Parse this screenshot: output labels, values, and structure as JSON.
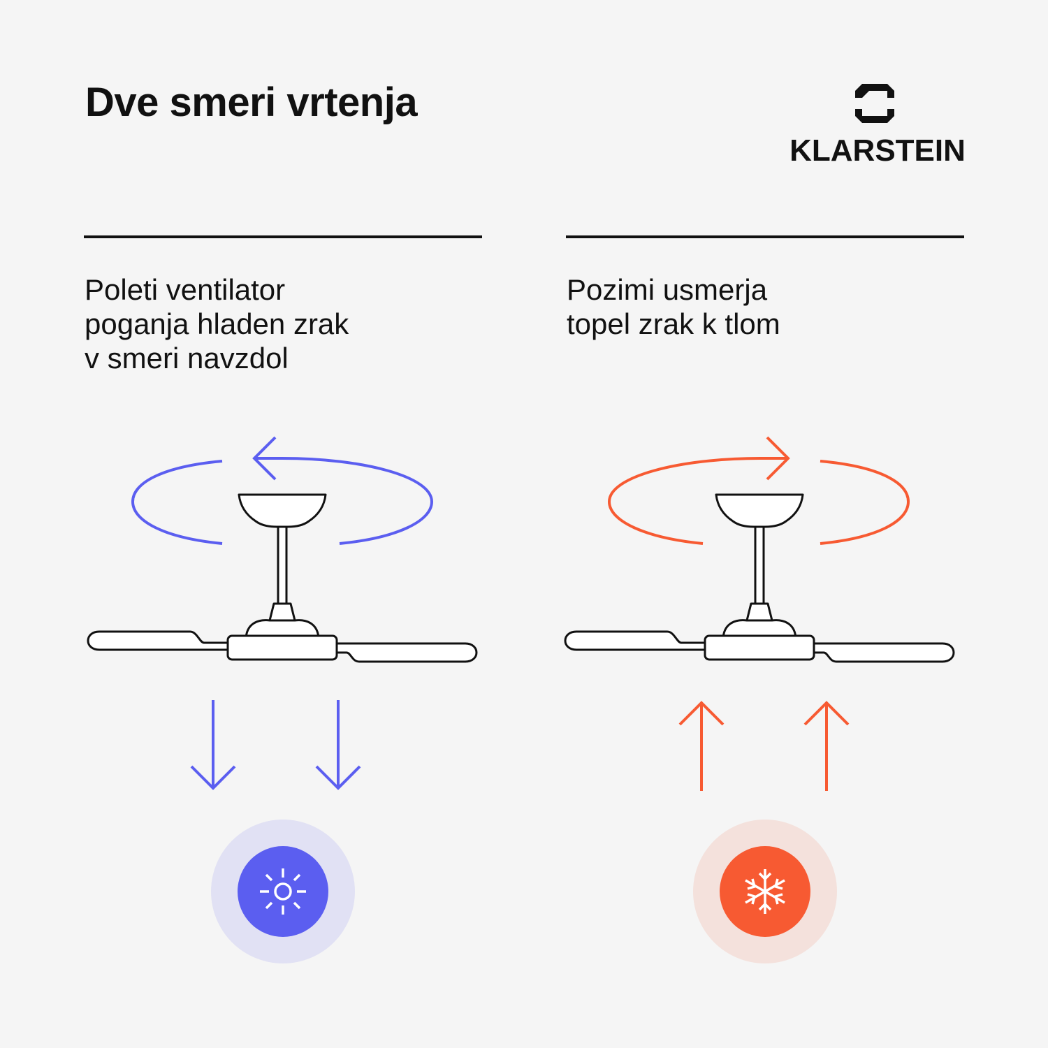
{
  "title": "Dve smeri vrtenja",
  "brand": {
    "name": "KLARSTEIN",
    "logo_icon": "klarstein-octagon-logo-icon"
  },
  "panels": [
    {
      "id": "summer",
      "lines": [
        "Poleti ventilator",
        "poganja hladen zrak",
        "v smeri navzdol"
      ],
      "rotation": "counterclockwise",
      "airflow": "down",
      "icon": "sun-icon",
      "accent": "#5b5ef0",
      "halo": "#e1e1f4"
    },
    {
      "id": "winter",
      "lines": [
        "Pozimi usmerja",
        "topel zrak k tlom"
      ],
      "rotation": "clockwise",
      "airflow": "up",
      "icon": "snowflake-icon",
      "accent": "#f75a32",
      "halo": "#f4e1dc"
    }
  ]
}
